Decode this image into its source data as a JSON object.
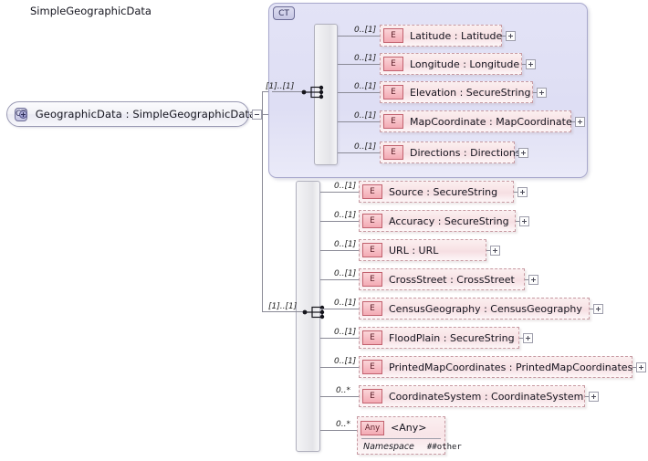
{
  "diagram": {
    "type": "xsd-schema-tree",
    "root": {
      "badge": "CT",
      "label": "GeographicData : SimpleGeographicData",
      "toggle": "minus"
    },
    "container": {
      "badge": "CT",
      "title": "SimpleGeographicData",
      "compositor": "sequence",
      "compositor_cardinality": "[1]..[1]",
      "elements": [
        {
          "badge": "E",
          "label": "Latitude  : Latitude",
          "cardinality": "0..[1]",
          "toggle": "plus"
        },
        {
          "badge": "E",
          "label": "Longitude : Longitude",
          "cardinality": "0..[1]",
          "toggle": "plus"
        },
        {
          "badge": "E",
          "label": "Elevation : SecureString",
          "cardinality": "0..[1]",
          "toggle": "plus"
        },
        {
          "badge": "E",
          "label": "MapCoordinate : MapCoordinate",
          "cardinality": "0..[1]",
          "toggle": "plus"
        },
        {
          "badge": "E",
          "label": "Directions : Directions",
          "cardinality": "0..[1]",
          "toggle": "plus"
        }
      ]
    },
    "extension": {
      "compositor": "sequence",
      "compositor_cardinality": "[1]..[1]",
      "elements": [
        {
          "badge": "E",
          "label": "Source    : SecureString",
          "cardinality": "0..[1]",
          "toggle": "plus"
        },
        {
          "badge": "E",
          "label": "Accuracy : SecureString",
          "cardinality": "0..[1]",
          "toggle": "plus"
        },
        {
          "badge": "E",
          "label": "URL      : URL",
          "cardinality": "0..[1]",
          "toggle": "plus"
        },
        {
          "badge": "E",
          "label": "CrossStreet : CrossStreet",
          "cardinality": "0..[1]",
          "toggle": "plus"
        },
        {
          "badge": "E",
          "label": "CensusGeography : CensusGeography",
          "cardinality": "0..[1]",
          "toggle": "plus"
        },
        {
          "badge": "E",
          "label": "FloodPlain : SecureString",
          "cardinality": "0..[1]",
          "toggle": "plus"
        },
        {
          "badge": "E",
          "label": "PrintedMapCoordinates : PrintedMapCoordinates",
          "cardinality": "0..[1]",
          "toggle": "plus"
        },
        {
          "badge": "E",
          "label": "CoordinateSystem : CoordinateSystem",
          "cardinality": "0..*",
          "toggle": "plus"
        }
      ],
      "any": {
        "badge": "Any",
        "label": "<Any>",
        "cardinality": "0..*",
        "namespace_key": "Namespace",
        "namespace_value": "##other"
      }
    },
    "colors": {
      "element_fill": "#f8e3e6",
      "element_border": "#c79aa2",
      "element_badge": "#f3aab4",
      "container_fill": "#dedef4",
      "container_border": "#a8a8cc",
      "root_fill": "#f2f2f7",
      "line": "#8a8a96"
    }
  }
}
